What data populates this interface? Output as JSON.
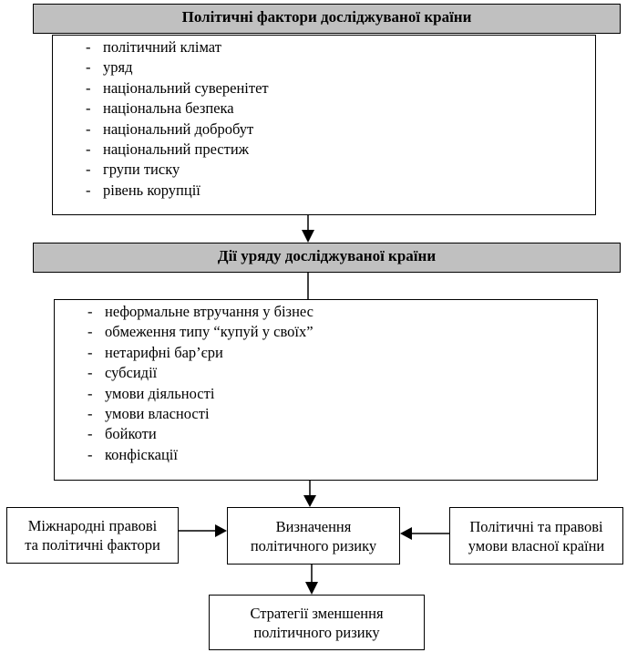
{
  "political_factors": {
    "title": "Політичні фактори досліджуваної країни",
    "items": [
      "політичний клімат",
      "уряд",
      "національний суверенітет",
      "національна безпека",
      "національний добробут",
      "національний престиж",
      "групи тиску",
      "рівень корупції"
    ]
  },
  "government_actions": {
    "title": "Дії уряду досліджуваної країни",
    "items": [
      "неформальне втручання у бізнес",
      "обмеження типу “купуй у своїх”",
      "нетарифні бар’єри",
      "субсидії",
      "умови діяльності",
      "умови власності",
      "бойкоти",
      "конфіскації"
    ]
  },
  "bullet_symbol": "-",
  "international_factors": {
    "line1": "Міжнародні правові",
    "line2": "та політичні фактори"
  },
  "risk_determination": {
    "line1": "Визначення",
    "line2": "політичного ризику"
  },
  "home_country_conditions": {
    "line1": "Політичні та правові",
    "line2": "умови власної країни"
  },
  "risk_reduction": {
    "line1": "Стратегії зменшення",
    "line2": "політичного ризику"
  }
}
